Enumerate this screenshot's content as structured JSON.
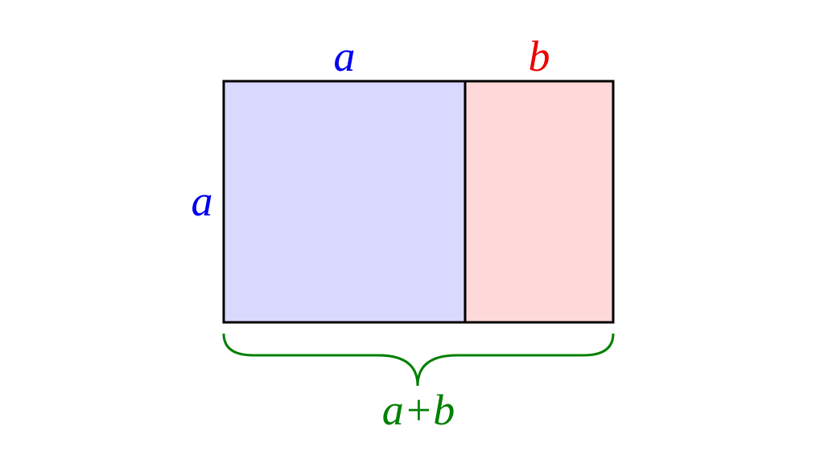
{
  "labels": {
    "top_a": "a",
    "top_b": "b",
    "side_a": "a",
    "bottom_sum": "a+b"
  },
  "colors": {
    "a": "#0000ee",
    "b": "#ee0000",
    "sum": "#008000",
    "square_fill": "#d9d9ff",
    "rect_fill": "#ffd9d9",
    "outline": "#000000"
  }
}
